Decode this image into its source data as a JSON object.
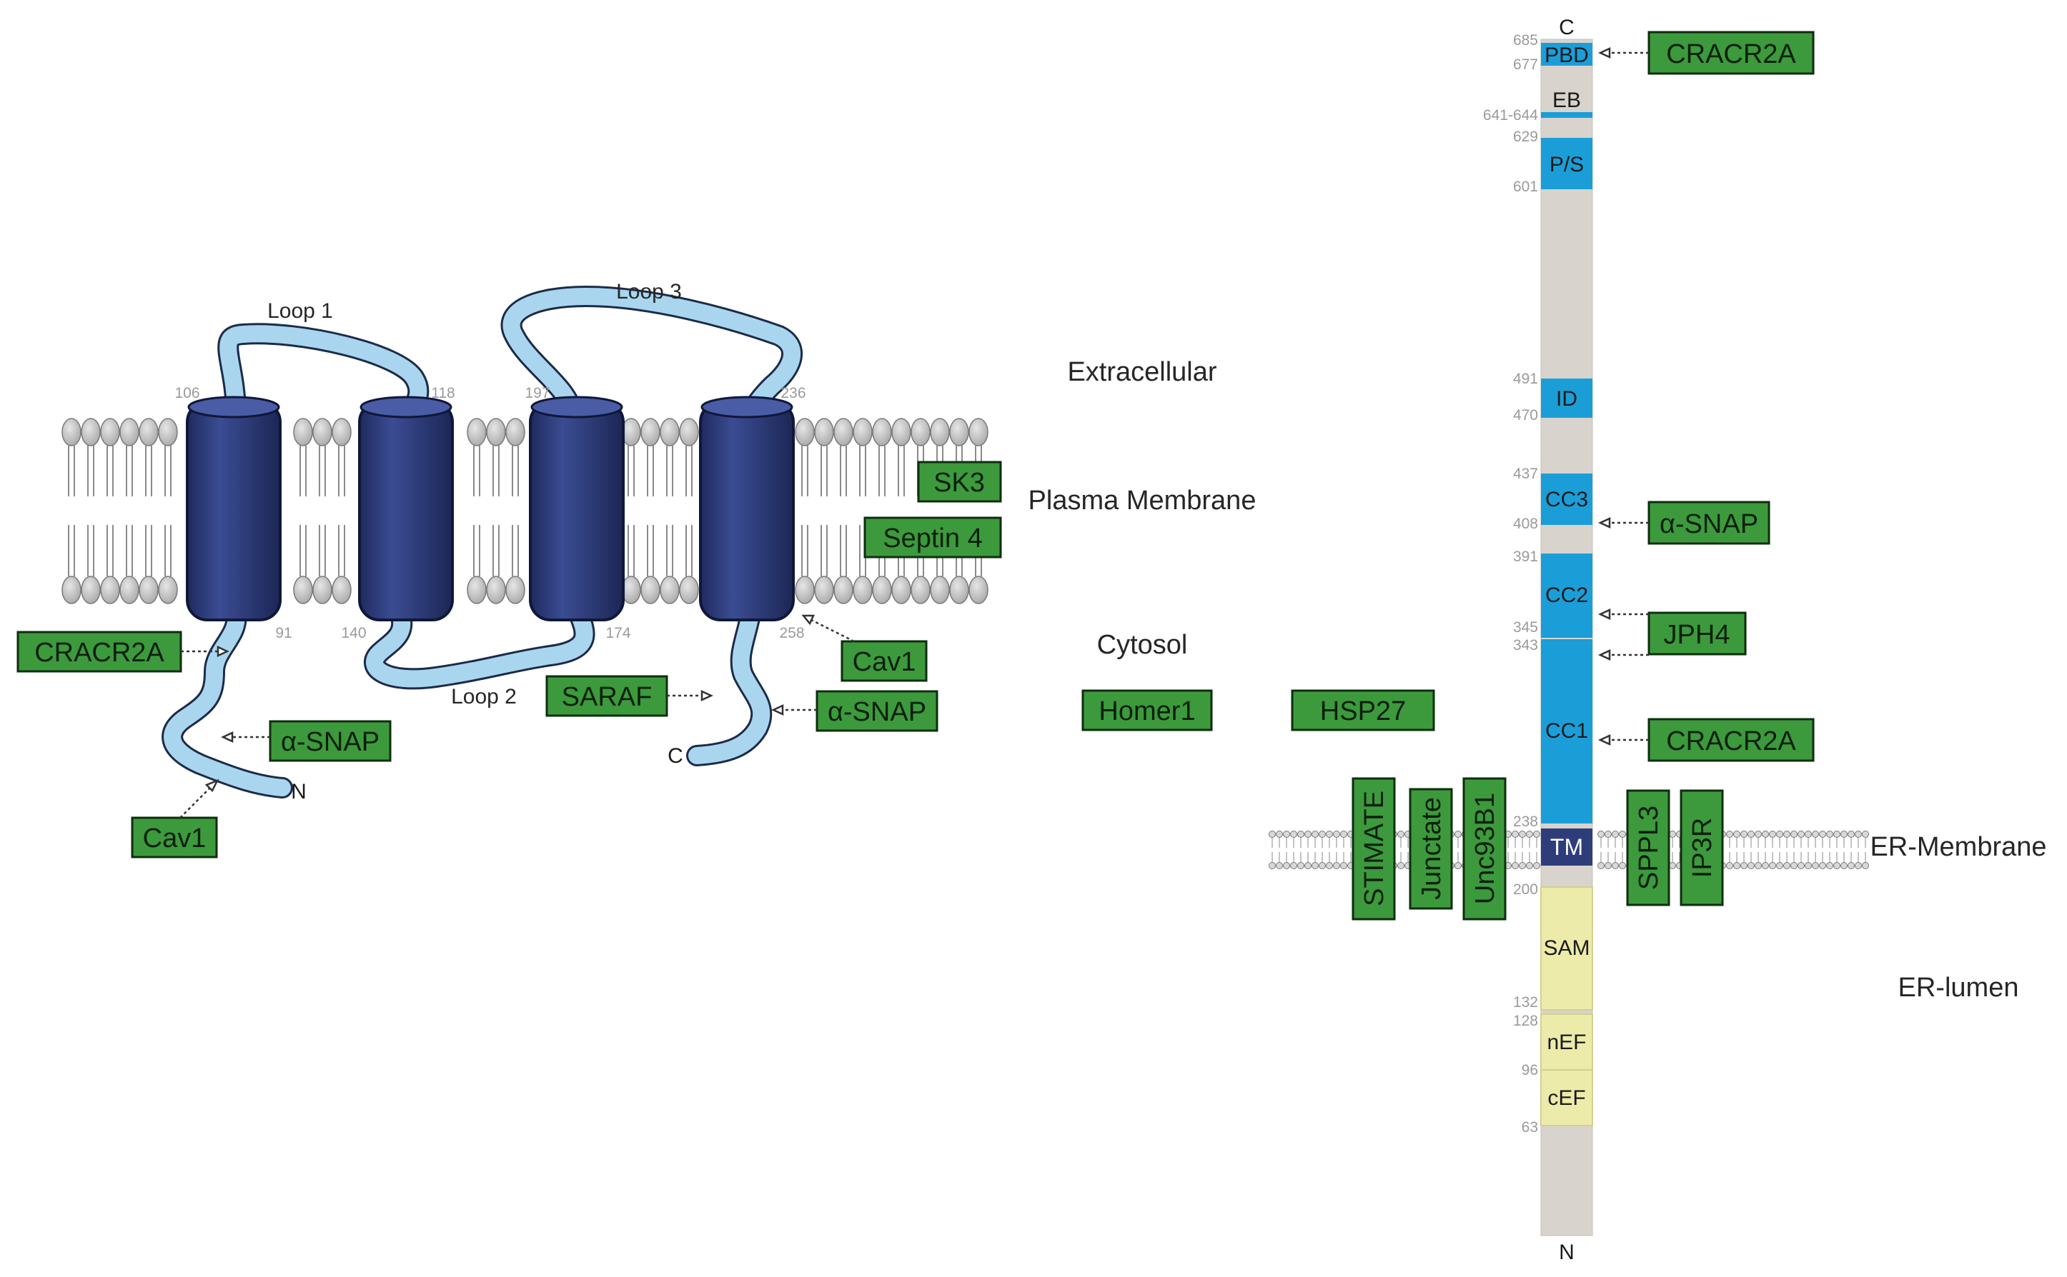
{
  "regions": {
    "extracellular": "Extracellular",
    "plasma_membrane": "Plasma Membrane",
    "cytosol": "Cytosol",
    "er_membrane": "ER-Membrane",
    "er_lumen": "ER-lumen"
  },
  "orai": {
    "loops": [
      "Loop 1",
      "Loop 2",
      "Loop 3"
    ],
    "residues": [
      "106",
      "91",
      "118",
      "140",
      "197",
      "174",
      "236",
      "258"
    ],
    "termini": {
      "n": "N",
      "c": "C"
    },
    "colors": {
      "helix": "#2e3d7a",
      "loop": "#a9d6ee",
      "lipid": "#bdbdbd"
    },
    "partners": [
      "SK3",
      "Septin 4",
      "CRACR2A",
      "α-SNAP",
      "Cav1",
      "SARAF",
      "α-SNAP",
      "Cav1"
    ]
  },
  "cytosolic_partners": [
    "Homer1",
    "HSP27"
  ],
  "stim1": {
    "termini": {
      "c": "C",
      "n": "N"
    },
    "domains": [
      {
        "label": "PBD",
        "color": "#1b9ed8"
      },
      {
        "label": "EB",
        "color": "#dad6d0"
      },
      {
        "label": "P/S",
        "color": "#1b9ed8"
      },
      {
        "label": "ID",
        "color": "#1b9ed8"
      },
      {
        "label": "CC3",
        "color": "#1b9ed8"
      },
      {
        "label": "CC2",
        "color": "#1b9ed8"
      },
      {
        "label": "CC1",
        "color": "#1b9ed8"
      },
      {
        "label": "TM",
        "color": "#2e3d7a"
      },
      {
        "label": "SAM",
        "color": "#ecebaa"
      },
      {
        "label": "nEF",
        "color": "#ecebaa"
      },
      {
        "label": "cEF",
        "color": "#ecebaa"
      }
    ],
    "residues": [
      "685",
      "677",
      "641-644",
      "629",
      "601",
      "491",
      "470",
      "437",
      "408",
      "391",
      "345",
      "343",
      "238",
      "200",
      "132",
      "128",
      "96",
      "63"
    ],
    "side_partners": [
      "CRACR2A",
      "α-SNAP",
      "JPH4",
      "CRACR2A"
    ],
    "membrane_partners": [
      "STIMATE",
      "Junctate",
      "Unc93B1",
      "SPPL3",
      "IP3R"
    ]
  }
}
